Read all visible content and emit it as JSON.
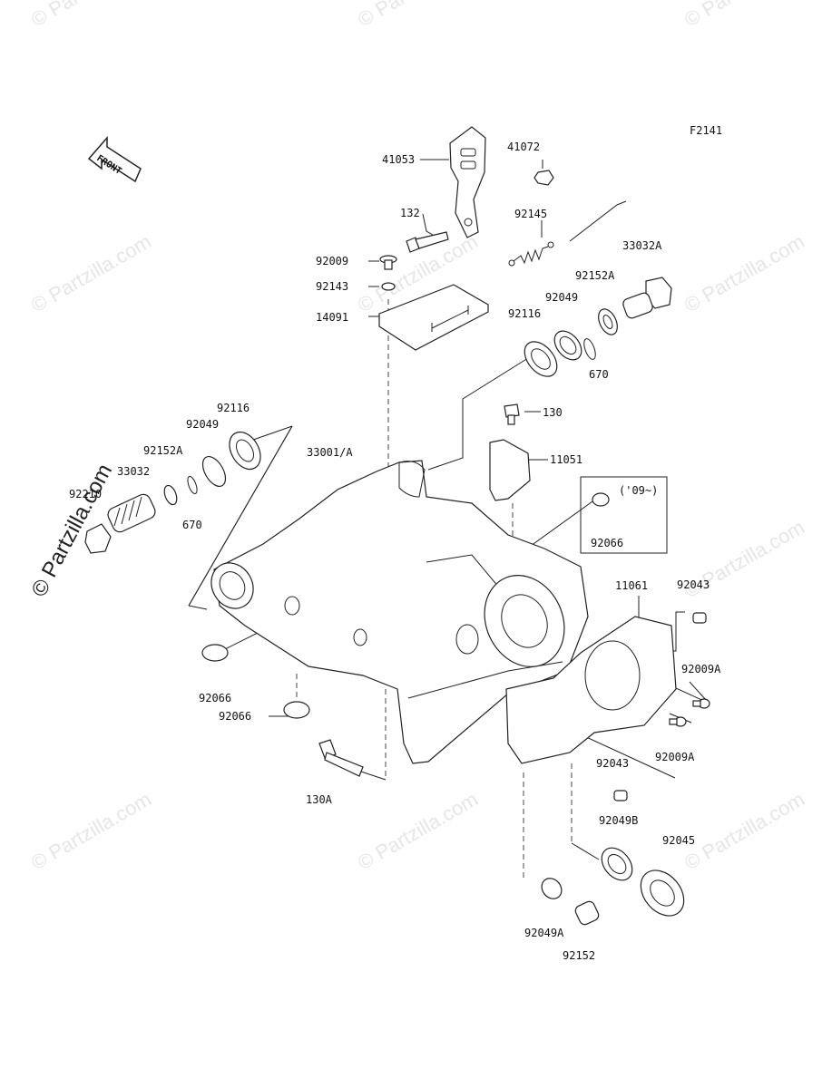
{
  "figure_code": "F2141",
  "front_label": "FRONT",
  "watermark": {
    "text": "© Partzilla.com",
    "side_text": "© Partzilla.com"
  },
  "parts": [
    {
      "id": "41053"
    },
    {
      "id": "41072"
    },
    {
      "id": "132"
    },
    {
      "id": "92145"
    },
    {
      "id": "92009"
    },
    {
      "id": "33032A"
    },
    {
      "id": "92143"
    },
    {
      "id": "92152A"
    },
    {
      "id": "14091"
    },
    {
      "id": "92049"
    },
    {
      "id": "92116"
    },
    {
      "id": "670"
    },
    {
      "id": "130"
    },
    {
      "id": "11051"
    },
    {
      "id": "92116"
    },
    {
      "id": "92049"
    },
    {
      "id": "33001/A"
    },
    {
      "id": "92152A"
    },
    {
      "id": "33032"
    },
    {
      "id": "92210"
    },
    {
      "id": "670"
    },
    {
      "id": "('09~)"
    },
    {
      "id": "92066"
    },
    {
      "id": "11061"
    },
    {
      "id": "92043"
    },
    {
      "id": "92009A"
    },
    {
      "id": "92066"
    },
    {
      "id": "92066"
    },
    {
      "id": "92009A"
    },
    {
      "id": "92043"
    },
    {
      "id": "130A"
    },
    {
      "id": "92049B"
    },
    {
      "id": "92045"
    },
    {
      "id": "92049A"
    },
    {
      "id": "92152"
    }
  ]
}
